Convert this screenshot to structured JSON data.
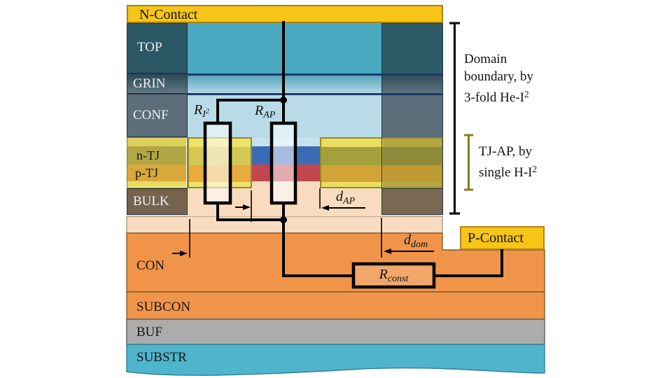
{
  "contacts": {
    "n_label": "N-Contact",
    "p_label": "P-Contact"
  },
  "layer_labels": {
    "top": "TOP",
    "grin": "GRIN",
    "conf": "CONF",
    "n_tj": "n-TJ",
    "p_tj": "p-TJ",
    "bulk": "BULK",
    "con": "CON",
    "subcon": "SUBCON",
    "buf": "BUF",
    "substr": "SUBSTR"
  },
  "resistors": {
    "r_implant": {
      "base": "R",
      "sub": "I",
      "sub_sup": "2"
    },
    "r_ap": {
      "base": "R",
      "sub": "AP"
    },
    "r_const": {
      "base": "R",
      "sub": "const"
    }
  },
  "dimensions": {
    "d_ap": {
      "base": "d",
      "sub": "AP"
    },
    "d_dom": {
      "base": "d",
      "sub": "dom"
    }
  },
  "annotations": {
    "domain_line1": "Domain",
    "domain_line2": "boundary, by",
    "domain_line3_base": "3-fold He-I",
    "domain_line3_sup": "2",
    "tjap_line1": "TJ-AP, by",
    "tjap_line2_base": "single H-I",
    "tjap_line2_sup": "2"
  },
  "colors": {
    "contact_yellow": "#F6C517",
    "top_teal_main": "#4BA9C2",
    "top_teal_dark": "#2B5765",
    "conf_gray": "#5C6E7A",
    "conf_light_blue": "#B9DBE8",
    "ntj_blue": "#3A6CB3",
    "ptj_red": "#C2464E",
    "implant_yellow": "#EDE36A",
    "implant_border_olive": "#958A25",
    "bulk_brown": "#75634E",
    "peach": "#F9DCC0",
    "con_orange": "#F0944A",
    "buf_gray": "#ACACAC",
    "substr_teal": "#4EB5CD",
    "navy_line": "#1C3A6B",
    "tjap_bracket_olive": "#877B20",
    "wire_black": "#000000"
  }
}
